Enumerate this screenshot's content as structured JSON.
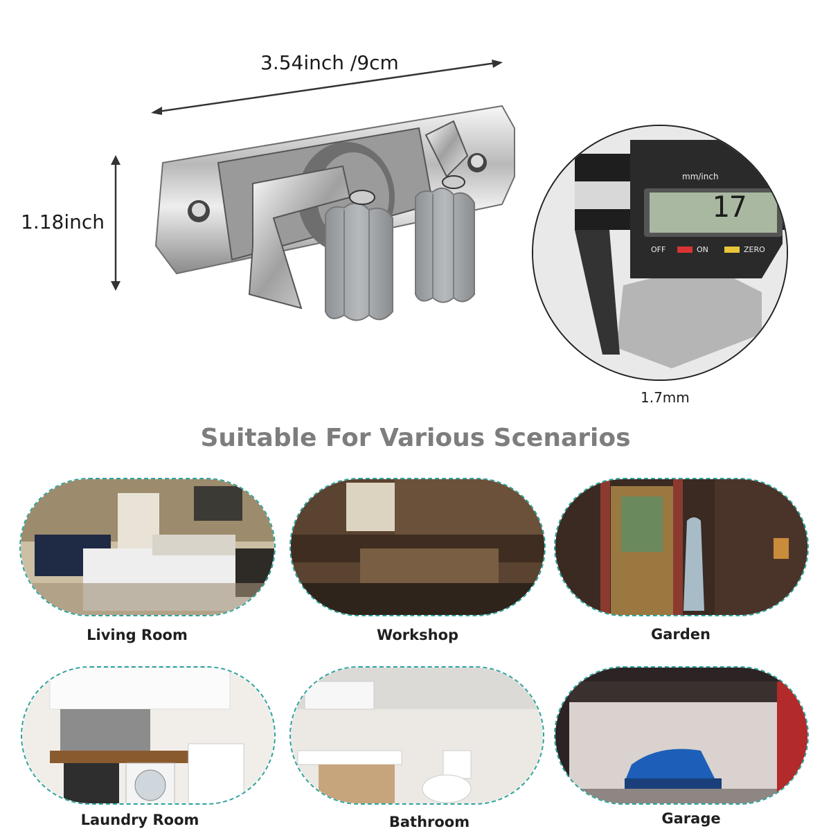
{
  "dimensions": {
    "length": "3.54inch /9cm",
    "height": "1.18inch",
    "thickness": "1.7mm",
    "caliper_display": "17"
  },
  "caliper_buttons": {
    "unit": "mm/inch",
    "off": "OFF",
    "on": "ON",
    "zero": "ZERO"
  },
  "heading": "Suitable For Various Scenarios",
  "scenarios": [
    {
      "label": "Living Room"
    },
    {
      "label": "Workshop"
    },
    {
      "label": "Garden"
    },
    {
      "label": "Laundry Room"
    },
    {
      "label": "Bathroom"
    },
    {
      "label": "Garage"
    }
  ]
}
